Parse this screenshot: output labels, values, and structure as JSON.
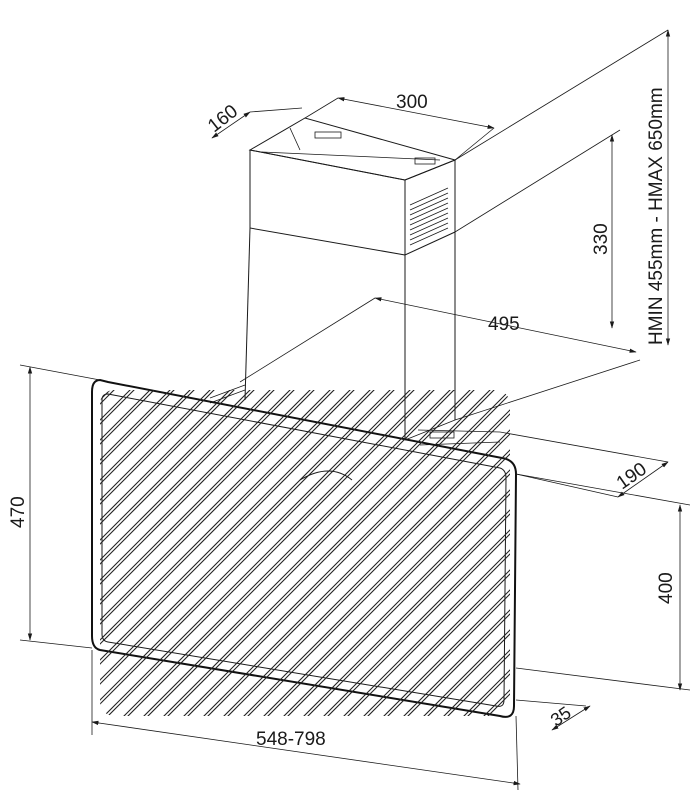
{
  "dimensions": {
    "top_depth": "160",
    "top_width": "300",
    "chimney_height": "330",
    "height_range": "HMIN  455mm  -  HMAX  650mm",
    "hood_depth": "495",
    "bottom_depth": "190",
    "panel_height_left": "470",
    "panel_height_right": "400",
    "panel_thickness": "35",
    "width_range": "548-798"
  },
  "colors": {
    "line": "#1a1a1a",
    "background": "#ffffff"
  }
}
